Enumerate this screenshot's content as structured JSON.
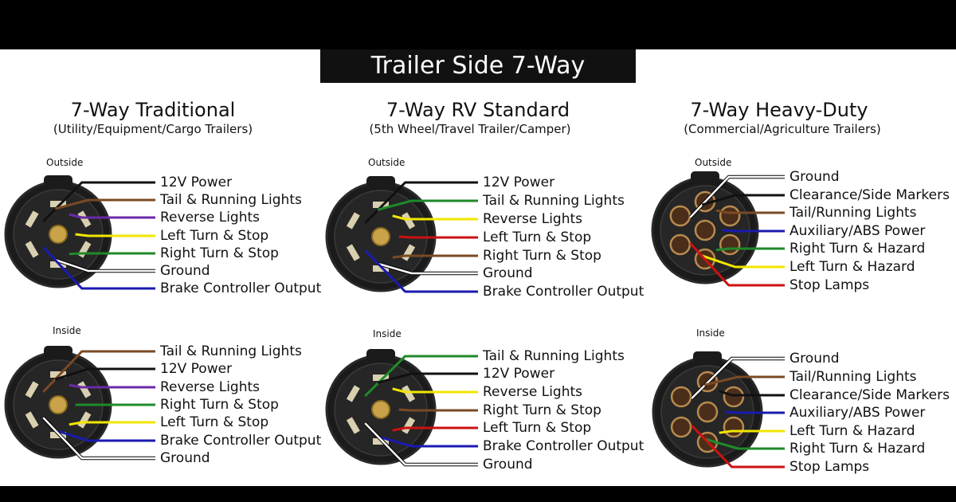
{
  "banner": "Trailer Side 7-Way",
  "wire_colors": {
    "black": "#111111",
    "brown": "#7a4a24",
    "purple": "#6a2aa8",
    "yellow": "#f2e600",
    "green": "#1f8a2a",
    "white": "#ffffff",
    "blue": "#1a1ab0",
    "red": "#cc1111"
  },
  "sections": [
    {
      "title": "7-Way Traditional",
      "subtitle": "(Utility/Equipment/Cargo Trailers)",
      "outside": {
        "tag": "Outside",
        "labels": [
          {
            "text": "12V Power",
            "color": "black"
          },
          {
            "text": "Tail & Running Lights",
            "color": "brown"
          },
          {
            "text": "Reverse Lights",
            "color": "purple"
          },
          {
            "text": "Left Turn & Stop",
            "color": "yellow"
          },
          {
            "text": "Right Turn & Stop",
            "color": "green"
          },
          {
            "text": "Ground",
            "color": "white"
          },
          {
            "text": "Brake Controller Output",
            "color": "blue"
          }
        ]
      },
      "inside": {
        "tag": "Inside",
        "labels": [
          {
            "text": "Tail & Running Lights",
            "color": "brown"
          },
          {
            "text": "12V Power",
            "color": "black"
          },
          {
            "text": "Reverse Lights",
            "color": "purple"
          },
          {
            "text": "Right Turn & Stop",
            "color": "green"
          },
          {
            "text": "Left Turn & Stop",
            "color": "yellow"
          },
          {
            "text": "Brake Controller Output",
            "color": "blue"
          },
          {
            "text": "Ground",
            "color": "white"
          }
        ]
      }
    },
    {
      "title": "7-Way RV Standard",
      "subtitle": "(5th Wheel/Travel Trailer/Camper)",
      "outside": {
        "tag": "Outside",
        "labels": [
          {
            "text": "12V Power",
            "color": "black"
          },
          {
            "text": "Tail & Running Lights",
            "color": "green"
          },
          {
            "text": "Reverse Lights",
            "color": "yellow"
          },
          {
            "text": "Left Turn & Stop",
            "color": "red"
          },
          {
            "text": "Right Turn & Stop",
            "color": "brown"
          },
          {
            "text": "Ground",
            "color": "white"
          },
          {
            "text": "Brake Controller Output",
            "color": "blue"
          }
        ]
      },
      "inside": {
        "tag": "Inside",
        "labels": [
          {
            "text": "Tail & Running Lights",
            "color": "green"
          },
          {
            "text": "12V Power",
            "color": "black"
          },
          {
            "text": "Reverse Lights",
            "color": "yellow"
          },
          {
            "text": "Right Turn & Stop",
            "color": "brown"
          },
          {
            "text": "Left Turn & Stop",
            "color": "red"
          },
          {
            "text": "Brake Controller Output",
            "color": "blue"
          },
          {
            "text": "Ground",
            "color": "white"
          }
        ]
      }
    },
    {
      "title": "7-Way Heavy-Duty",
      "subtitle": "(Commercial/Agriculture Trailers)",
      "outside": {
        "tag": "Outside",
        "labels": [
          {
            "text": "Ground",
            "color": "white"
          },
          {
            "text": "Clearance/Side Markers",
            "color": "black"
          },
          {
            "text": "Tail/Running Lights",
            "color": "brown"
          },
          {
            "text": "Auxiliary/ABS Power",
            "color": "blue"
          },
          {
            "text": "Right Turn & Hazard",
            "color": "green"
          },
          {
            "text": "Left Turn & Hazard",
            "color": "yellow"
          },
          {
            "text": "Stop Lamps",
            "color": "red"
          }
        ]
      },
      "inside": {
        "tag": "Inside",
        "labels": [
          {
            "text": "Ground",
            "color": "white"
          },
          {
            "text": "Tail/Running Lights",
            "color": "brown"
          },
          {
            "text": "Clearance/Side Markers",
            "color": "black"
          },
          {
            "text": "Auxiliary/ABS Power",
            "color": "blue"
          },
          {
            "text": "Left Turn & Hazard",
            "color": "yellow"
          },
          {
            "text": "Right Turn & Hazard",
            "color": "green"
          },
          {
            "text": "Stop Lamps",
            "color": "red"
          }
        ]
      }
    }
  ]
}
